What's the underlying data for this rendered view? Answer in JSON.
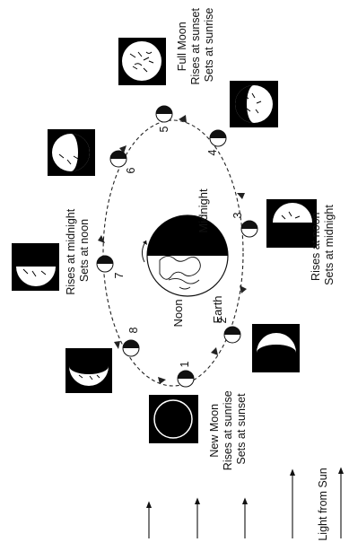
{
  "labels": {
    "full_moon": [
      "Full Moon",
      "Rises at sunset",
      "Sets at sunrise"
    ],
    "rises_noon": [
      "Rises at noon",
      "Sets at midnight"
    ],
    "rises_midnight": [
      "Rises at midnight",
      "Sets at noon"
    ],
    "new_moon": [
      "New Moon",
      "Rises at sunrise",
      "Sets at sunset"
    ],
    "midnight": "Midnight",
    "noon": "Noon",
    "earth": "Earth",
    "light_from_sun": "Light from Sun"
  },
  "positions": [
    "1",
    "2",
    "3",
    "4",
    "5",
    "6",
    "7",
    "8"
  ],
  "colors": {
    "ink": "#111111",
    "panel": "#000000",
    "surface": "#ffffff"
  }
}
